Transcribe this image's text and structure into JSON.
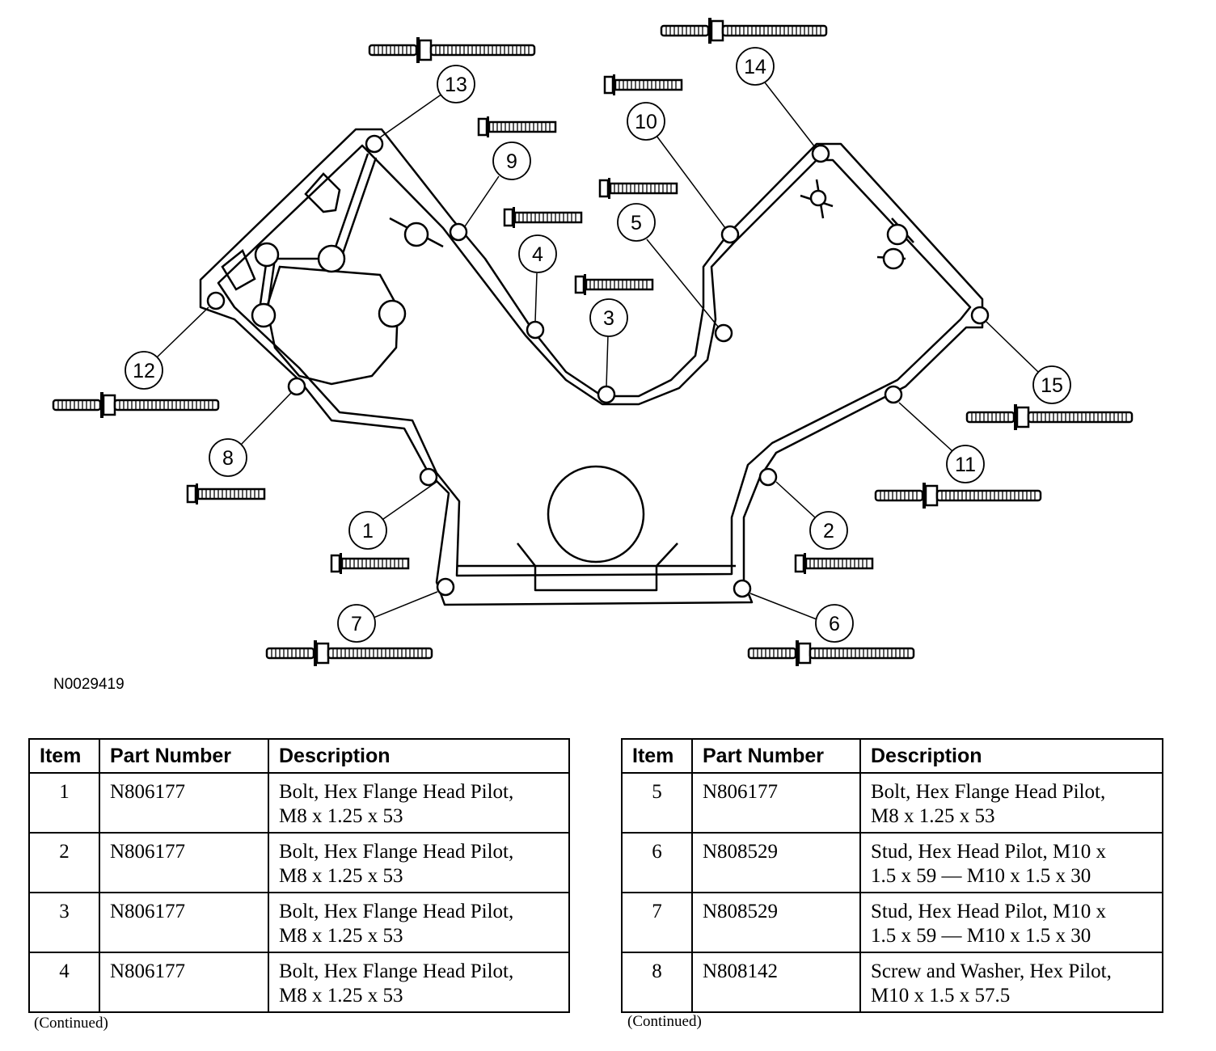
{
  "figure_id": "N0029419",
  "callouts": [
    "1",
    "2",
    "3",
    "4",
    "5",
    "6",
    "7",
    "8",
    "9",
    "10",
    "11",
    "12",
    "13",
    "14",
    "15"
  ],
  "table_headers": {
    "item": "Item",
    "part_number": "Part Number",
    "description": "Description"
  },
  "left_table": [
    {
      "item": "1",
      "part_number": "N806177",
      "desc_line1": "Bolt, Hex Flange Head Pilot,",
      "desc_line2": "M8 x 1.25 x 53"
    },
    {
      "item": "2",
      "part_number": "N806177",
      "desc_line1": "Bolt, Hex Flange Head Pilot,",
      "desc_line2": "M8 x 1.25 x 53"
    },
    {
      "item": "3",
      "part_number": "N806177",
      "desc_line1": "Bolt, Hex Flange Head Pilot,",
      "desc_line2": "M8 x 1.25 x 53"
    },
    {
      "item": "4",
      "part_number": "N806177",
      "desc_line1": "Bolt, Hex Flange Head Pilot,",
      "desc_line2": "M8 x 1.25 x 53"
    }
  ],
  "right_table": [
    {
      "item": "5",
      "part_number": "N806177",
      "desc_line1": "Bolt, Hex Flange Head Pilot,",
      "desc_line2": "M8 x 1.25 x 53"
    },
    {
      "item": "6",
      "part_number": "N808529",
      "desc_line1": "Stud, Hex Head Pilot, M10 x",
      "desc_line2": "1.5 x 59 — M10 x 1.5 x 30"
    },
    {
      "item": "7",
      "part_number": "N808529",
      "desc_line1": "Stud, Hex Head Pilot, M10 x",
      "desc_line2": "1.5 x 59 — M10 x 1.5 x 30"
    },
    {
      "item": "8",
      "part_number": "N808142",
      "desc_line1": "Screw and Washer, Hex Pilot,",
      "desc_line2": "M10 x 1.5 x 57.5"
    }
  ],
  "continued_label": "(Continued)"
}
